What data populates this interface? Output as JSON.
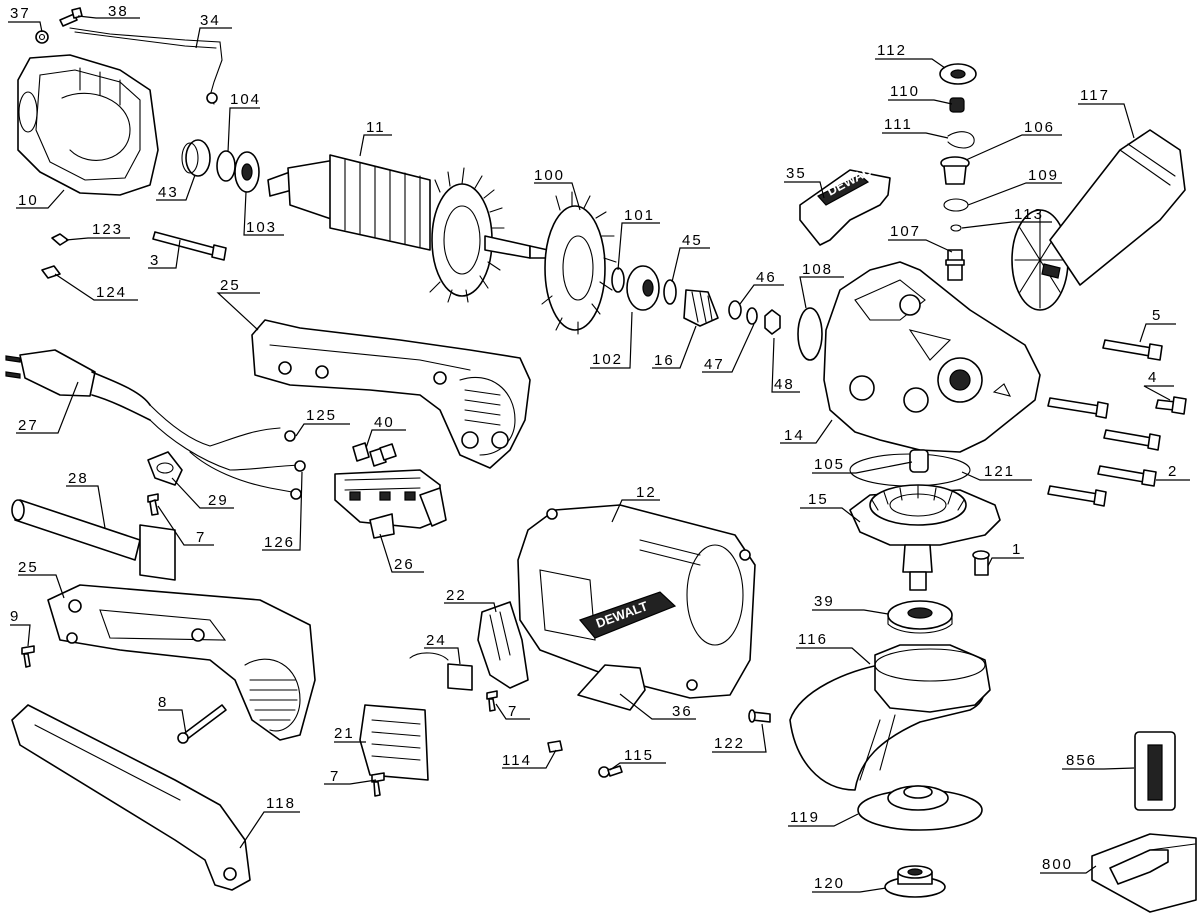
{
  "callouts": {
    "c37": "37",
    "c38": "38",
    "c34": "34",
    "c10": "10",
    "c43": "43",
    "c104": "104",
    "c103": "103",
    "c11": "11",
    "c3": "3",
    "c123": "123",
    "c124": "124",
    "c100": "100",
    "c101": "101",
    "c102": "102",
    "c45": "45",
    "c16": "16",
    "c46": "46",
    "c47": "47",
    "c48": "48",
    "c35": "35",
    "c112": "112",
    "c110": "110",
    "c111": "111",
    "c106": "106",
    "c109": "109",
    "c113": "113",
    "c107": "107",
    "c108": "108",
    "c117": "117",
    "c5": "5",
    "c4": "4",
    "c14": "14",
    "c2": "2",
    "c121": "121",
    "c105": "105",
    "c15": "15",
    "c1": "1",
    "c39": "39",
    "c116": "116",
    "c856": "856",
    "c119": "119",
    "c800": "800",
    "c120": "120",
    "c122": "122",
    "c25a": "25",
    "c27": "27",
    "c125": "125",
    "c40": "40",
    "c29": "29",
    "c7a": "7",
    "c126": "126",
    "c26": "26",
    "c28": "28",
    "c12": "12",
    "c25b": "25",
    "c9": "9",
    "c22": "22",
    "c24": "24",
    "c7b": "7",
    "c36": "36",
    "c8": "8",
    "c21": "21",
    "c7c": "7",
    "c114": "114",
    "c115": "115",
    "c118": "118"
  },
  "brand": {
    "motor_housing": "DEWALT",
    "brush_cap": "DEWALT"
  }
}
